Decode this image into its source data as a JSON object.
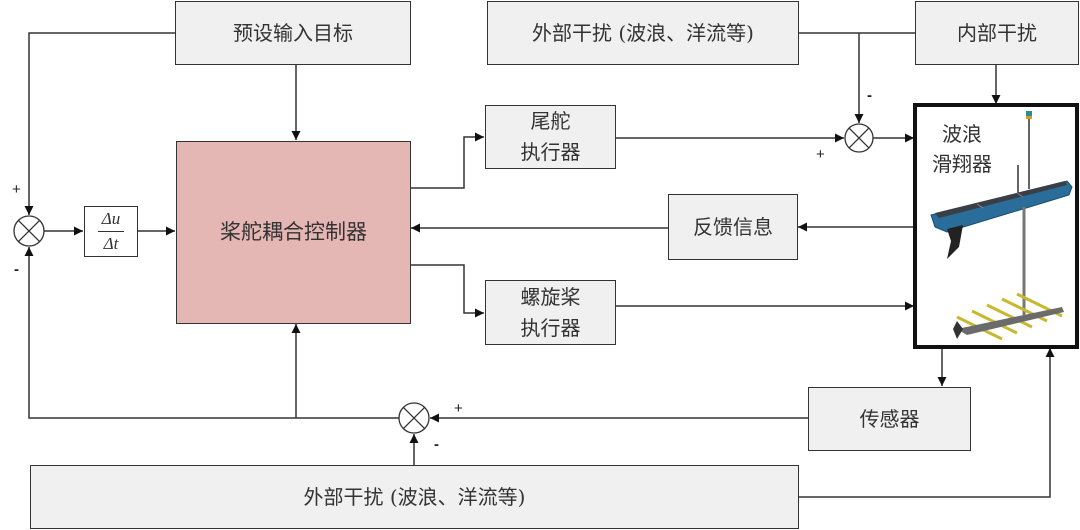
{
  "blocks": {
    "preset_target": "预设输入目标",
    "external_disturbance_top": "外部干扰 (波浪、洋流等)",
    "internal_disturbance": "内部干扰",
    "controller": "桨舵耦合控制器",
    "rudder_actuator_line1": "尾舵",
    "rudder_actuator_line2": "执行器",
    "feedback": "反馈信息",
    "propeller_actuator_line1": "螺旋桨",
    "propeller_actuator_line2": "执行器",
    "glider_line1": "波浪",
    "glider_line2": "滑翔器",
    "sensor": "传感器",
    "external_disturbance_bottom": "外部干扰 (波浪、洋流等)",
    "derivative_numerator": "Δu",
    "derivative_denominator": "Δt"
  },
  "signs": {
    "left_summer_top": "+",
    "left_summer_bottom": "-",
    "top_summer_top": "-",
    "top_summer_left": "+",
    "bottom_summer_right": "+",
    "bottom_summer_bottom": "-"
  },
  "colors": {
    "controller_fill": "#e4b6b4",
    "block_fill": "#f0f0f0",
    "line": "#222222"
  }
}
